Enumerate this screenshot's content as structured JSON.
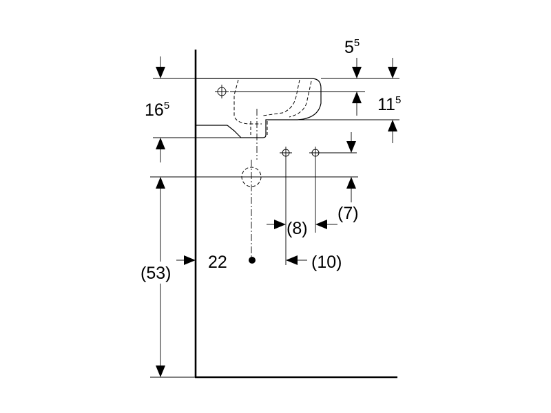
{
  "dimensions": {
    "d5_5": {
      "base": "5",
      "sup": "5"
    },
    "d11_5": {
      "base": "11",
      "sup": "5"
    },
    "d16_5": {
      "base": "16",
      "sup": "5"
    },
    "d7": {
      "text": "(7)"
    },
    "d8": {
      "text": "(8)"
    },
    "d10": {
      "text": "(10)"
    },
    "d22": {
      "text": "22"
    },
    "d53": {
      "text": "(53)"
    }
  }
}
